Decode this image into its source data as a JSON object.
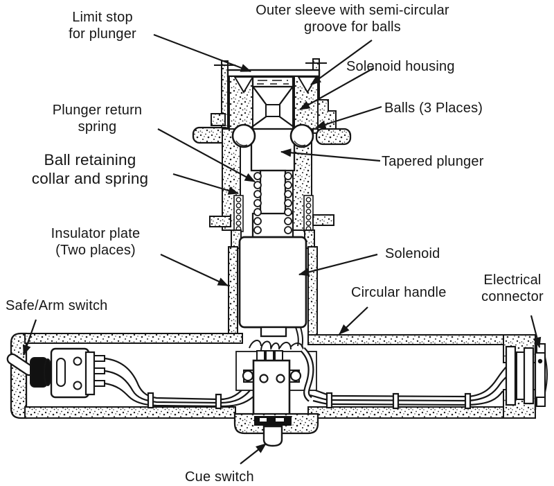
{
  "diagram": {
    "description": "Cutaway line drawing of a solenoid-operated safe/arm handle assembly",
    "colors": {
      "ink": "#161616",
      "paper": "#ffffff"
    },
    "labels": {
      "limit_stop": "Limit stop\nfor plunger",
      "outer_sleeve": "Outer sleeve with semi-circular\ngroove for balls",
      "solenoid_housing": "Solenoid housing",
      "plunger_return_spring": "Plunger return\nspring",
      "balls": "Balls (3 Places)",
      "ball_retaining": "Ball retaining\ncollar and spring",
      "tapered_plunger": "Tapered plunger",
      "insulator_plate": "Insulator plate\n(Two places)",
      "solenoid": "Solenoid",
      "safe_arm_switch": "Safe/Arm switch",
      "circular_handle": "Circular handle",
      "electrical_connector": "Electrical\nconnector",
      "cue_switch": "Cue switch"
    }
  }
}
